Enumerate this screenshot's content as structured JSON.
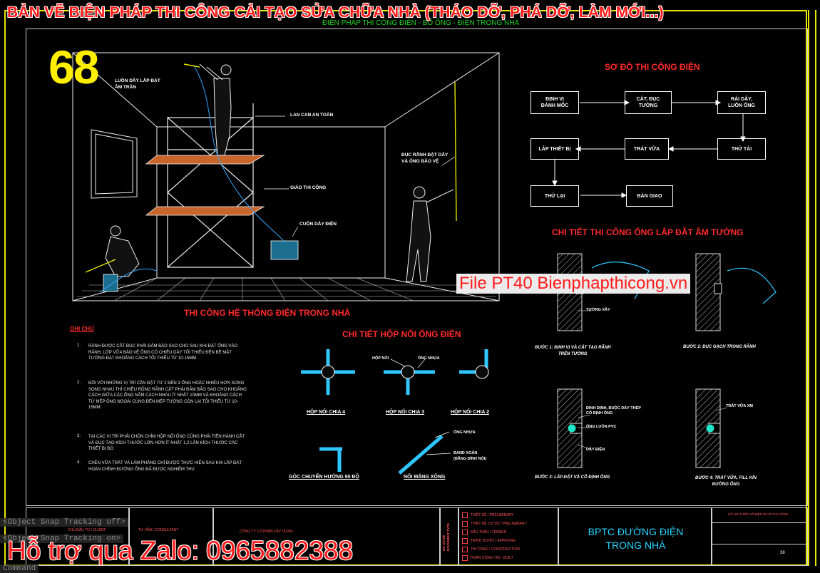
{
  "banner": "BẢN VẼ BIỆN PHÁP THI CÔNG CẢI TẠO SỬA CHỮA NHÀ  (THÁO DỠ, PHÁ DỠ, LÀM MỚI...)",
  "subtitle": "ĐIỆN PHÁP THI CÔNG ĐIỆN - BỐ ỐNG - ĐIỆN TRONG NHÀ",
  "badge_number": "68",
  "room": {
    "title": "THI CÔNG HỆ THỐNG ĐIỆN TRONG NHÀ",
    "callouts": {
      "ceiling": "LUỒN DÂY LẮP ĐẶT\nÂM TRẦN",
      "railing": "LAN CAN AN TOÀN",
      "scaffold": "GIÁO THI CÔNG",
      "cable_reel": "CUỘN DÂY ĐIỆN",
      "wall_groove": "ĐỤC RÃNH ĐẶT DÂY\nVÀ ỐNG BẢO VỆ"
    }
  },
  "flow": {
    "title": "SƠ ĐỒ THI CÔNG ĐIỆN",
    "steps": [
      "ĐỊNH VỊ\nĐÁNH MỐC",
      "CẮT, ĐỤC\nTƯỜNG",
      "RẢI DÂY,\nLUỒN ỐNG",
      "THỬ TẢI",
      "TRÁT VỮA",
      "LẮP THIẾT BỊ",
      "THỬ LẠI",
      "BÀN GIAO"
    ]
  },
  "wall_detail": {
    "title": "CHI TIẾT THI CÔNG ỐNG LẮP ĐẶT ÂM TƯỜNG",
    "labels": {
      "brick": "TƯỜNG XÂY",
      "pipe_clip": "ĐINH ĐỊNH, BUỘC DÂY THÉP\nCỐ ĐỊNH ỐNG",
      "pipe": "ỐNG LUỒN PVC",
      "wire": "DÂY ĐIỆN",
      "plaster": "TRÁT VỮA XM"
    },
    "steps": [
      "BƯỚC 1: ĐỊNH VỊ VÀ CẮT TẠO RÃNH\nTRÊN TƯỜNG",
      "BƯỚC 2: ĐỤC GẠCH TRONG RÃNH",
      "BƯỚC 3: LẮP ĐẶT VÀ CỐ ĐỊNH ỐNG",
      "BƯỚC 4: TRÁT VỮA, FILL KÍN\nĐƯỜNG ỐNG"
    ]
  },
  "file_tag": "File  PT40   Bienphapthicong.vn",
  "notes": {
    "heading": "GHI CHÚ",
    "items": [
      {
        "num": "1.",
        "text": "RÃNH ĐƯỢC CẮT ĐỤC PHẢI ĐẢM BẢO SAO CHO SAU KHI ĐẶT ỐNG VÀO RÃNH, LỚP VỮA BẢO VỆ ỐNG CÓ CHIỀU DÀY TỐI THIỂU ĐẾN BỀ MẶT TƯỜNG ĐẠT KHOẢNG CÁCH TỐI THIỂU TỪ 10-15MM."
      },
      {
        "num": "2.",
        "text": "ĐỐI VỚI NHỮNG VỊ TRÍ CẦN ĐẶT TỪ 2 ĐẾN 3 ỐNG HOẶC NHIỀU HƠN SONG SONG NHAU THÌ CHIỀU RỘNG RÃNH CẮT PHẢI ĐẢM BẢO SAO CHO KHOẢNG CÁCH GIỮA CÁC ỐNG NẰM CÁCH NHAU ÍT NHẤT 10MM VÀ KHOẢNG CÁCH TỪ MÉP ỐNG NGOÀI CÙNG ĐẾN MÉP TƯỜNG CÒN LẠI TỐI THIỂU TỪ 10-15MM."
      },
      {
        "num": "3.",
        "text": "TẠI CÁC VỊ TRÍ PHẢI CHÔN CHÌM HỘP NỐI ỐNG CŨNG PHẢI TIẾN HÀNH CẮT VÀ ĐỤC TẠO KÍCH THƯỚC LỚN HƠN ÍT NHẤT 1,2 LẦN KÍCH THƯỚC CÁC THIẾT BỊ ĐÓ"
      },
      {
        "num": "4.",
        "text": "CHÈN VỮA TRÁT VÀ LÀM PHẲNG CHỈ ĐƯỢC THỰC HIỆN SAU KHI LẮP ĐẶT HOÀN CHỈNH ĐƯỜNG ỐNG ĐÃ ĐƯỢC NGHIỆM THU"
      }
    ]
  },
  "junction": {
    "title": "CHI TIẾT HỘP NỐI ỐNG ĐIỆN",
    "labels": {
      "box": "HỘP NỐI",
      "pipe": "ỐNG NHỰA",
      "pipe2": "ỐNG NHỰA",
      "sleeve": "BAND XOẮN\n(BĂNG DÍNH NỐI)"
    },
    "items": [
      "HỘP NỐI CHIA 4",
      "HỘP NỐI CHIA 3",
      "HỘP NỐI CHIA 2",
      "GÓC CHUYỂN HƯỚNG 90 ĐỘ",
      "NỐI MĂNG XÔNG"
    ]
  },
  "title_block": {
    "sheet_title": "BPTC ĐƯỜNG ĐIỆN\nTRONG NHÀ",
    "vertical_label": "MÃ SỐ ĐỀ\nDOCUMENT TYPE",
    "phases": [
      "THIẾT KẾ / PRELIMINARY",
      "THIẾT KẾ CƠ SỞ / PRELIMINARY",
      "ĐẤU THẦU / TENDER",
      "TRÌNH DUYỆT / APPROVAL",
      "THI CÔNG / CONSTRUCTION",
      "HOÀN CÔNG / AS - BUILT"
    ],
    "company": "CÔNG TY CỔ PHẦN XÂY DỰNG",
    "sheet_no": "38",
    "top_right_caption": "HỒ SƠ THIẾT KẾ BIỆN PHÁP THI CÔNG",
    "left_cells": [
      "CHỦ ĐẦU TƯ / CLIENT",
      "TƯ VẤN / CONSULTANT"
    ]
  },
  "command_line": [
    "<Object Snap Tracking off>",
    "<Object Snap Tracking on>",
    "Command"
  ],
  "zalo": "Hỗ trợ qua Zalo: 0965882388"
}
